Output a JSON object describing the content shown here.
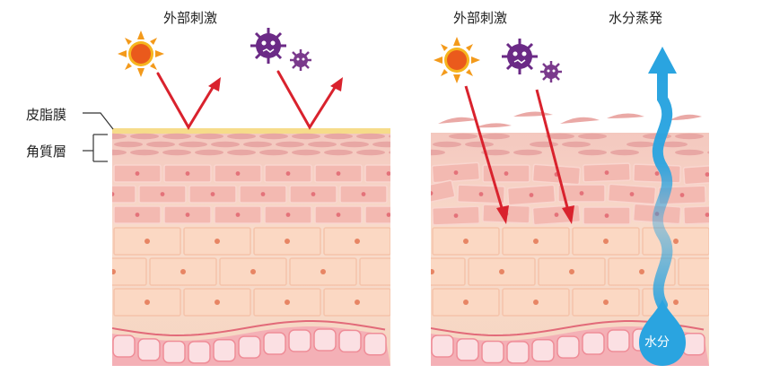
{
  "labels": {
    "external_stimulus_left": "外部刺激",
    "external_stimulus_right": "外部刺激",
    "water_evaporation": "水分蒸発",
    "sebum_membrane": "皮脂膜",
    "stratum_corneum": "角質層",
    "water_drop": "水分"
  },
  "colors": {
    "sebum": "#f6dc8a",
    "corneum": "#e8a7a4",
    "cell_fill": "#f9dccf",
    "cell_stroke": "#f3c1b3",
    "basal_fill": "#f7c3c6",
    "arrow_red": "#d9222d",
    "water_blue": "#2aa4e0",
    "sun": "#f39a1b",
    "germ": "#6b2a86"
  },
  "icons": [
    "sun-icon",
    "germ-icon",
    "water-drop-icon"
  ]
}
